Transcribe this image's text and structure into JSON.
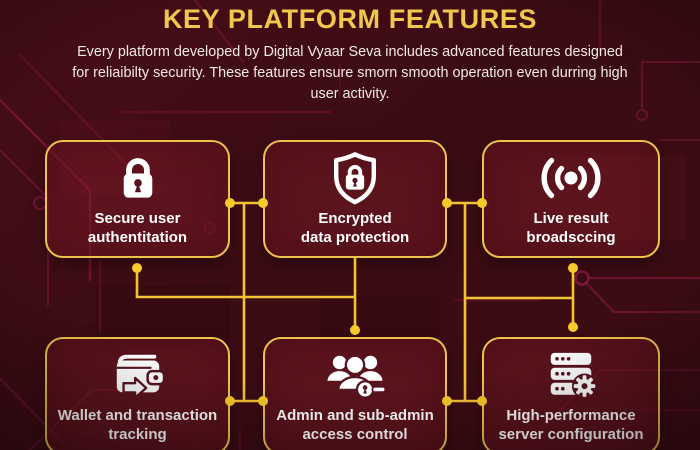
{
  "header": {
    "title": "KEY PLATFORM FEATURES",
    "subtitle": "Every platform developed by Digital Vyaar Seva includes advanced features designed\nfor reliaibilty security. These features ensure smorn smooth operation even durring high\nuser activity."
  },
  "features": [
    {
      "id": "secure-user-authentitation",
      "label": "Secure user\nauthentitation",
      "icon": "padlock-icon"
    },
    {
      "id": "encrypted-data-protection",
      "label": "Encrypted\ndata protection",
      "icon": "shield-lock-icon"
    },
    {
      "id": "live-result-broadsccing",
      "label": "Live result\nbroadsccing",
      "icon": "broadcast-icon"
    },
    {
      "id": "wallet-and-transaction-tracking",
      "label": "Wallet and transaction\ntracking",
      "icon": "wallet-arrow-icon"
    },
    {
      "id": "admin-and-sub-admin-access",
      "label": "Admin and sub-admin\naccess control",
      "icon": "admin-group-key-icon"
    },
    {
      "id": "high-performance-server",
      "label": "High-performance\nserver configuration",
      "icon": "server-gear-icon"
    }
  ],
  "colors": {
    "background": "#3c0c13",
    "card_fill": "#5a1520",
    "card_border_gold": "#edc34c",
    "title_gold": "#f0c84e",
    "connector_yellow": "#f1c335",
    "connector_dot": "#f7ca2b",
    "text_white": "#ffffff",
    "circuit_magenta": "#9c1c50",
    "circuit_dark_red": "#611023"
  }
}
